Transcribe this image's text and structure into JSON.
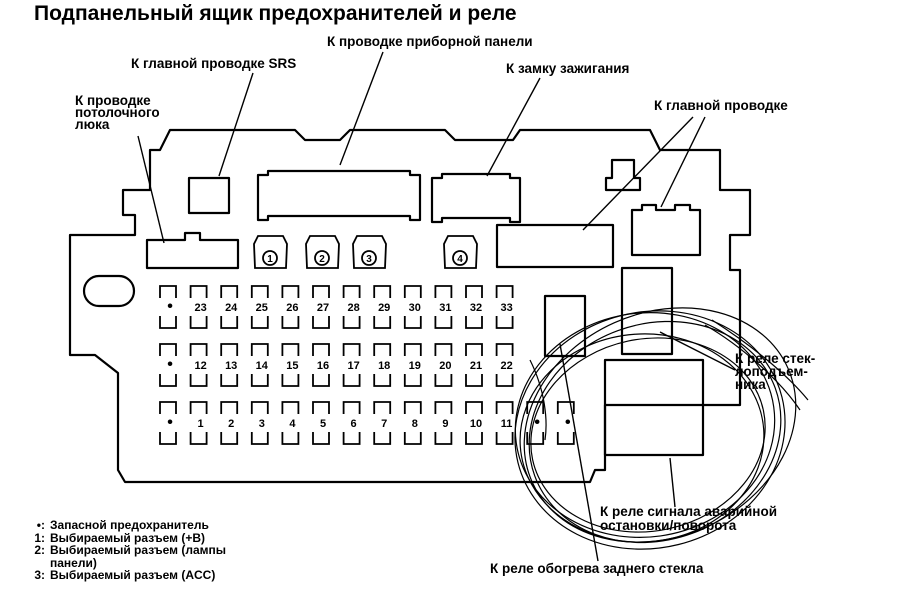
{
  "title": "Подпанельный ящик предохранителей и реле",
  "callouts": {
    "dash_wiring": "К проводке приборной панели",
    "srs_main": "К главной проводке SRS",
    "ignition": "К замку зажигания",
    "moonroof": [
      "К проводке",
      "потолочного",
      "люка"
    ],
    "main_wiring": "К главной проводке",
    "window_relay": [
      "К реле стек-",
      "лоподъем-",
      "ника"
    ],
    "hazard_relay": [
      "К реле сигнала аварийной",
      "остановки/поворота"
    ],
    "defog_relay": "К реле обогрева заднего стекла"
  },
  "connector_numbers": [
    "1",
    "2",
    "3",
    "4"
  ],
  "fuses": {
    "row1": [
      "•",
      "23",
      "24",
      "25",
      "26",
      "27",
      "28",
      "29",
      "30",
      "31",
      "32",
      "33"
    ],
    "row2": [
      "•",
      "12",
      "13",
      "14",
      "15",
      "16",
      "17",
      "18",
      "19",
      "20",
      "21",
      "22"
    ],
    "row3": [
      "•",
      "1",
      "2",
      "3",
      "4",
      "5",
      "6",
      "7",
      "8",
      "9",
      "10",
      "11",
      "•",
      "•"
    ]
  },
  "legend": [
    {
      "key": "•:",
      "text": "Запасной предохранитель"
    },
    {
      "key": "1:",
      "text": "Выбираемый разъем (+B)"
    },
    {
      "key": "2:",
      "text": "Выбираемый разъем (лампы"
    },
    {
      "key": "",
      "text": "панели)"
    },
    {
      "key": "3:",
      "text": "Выбираемый разъем (ACC)"
    }
  ]
}
